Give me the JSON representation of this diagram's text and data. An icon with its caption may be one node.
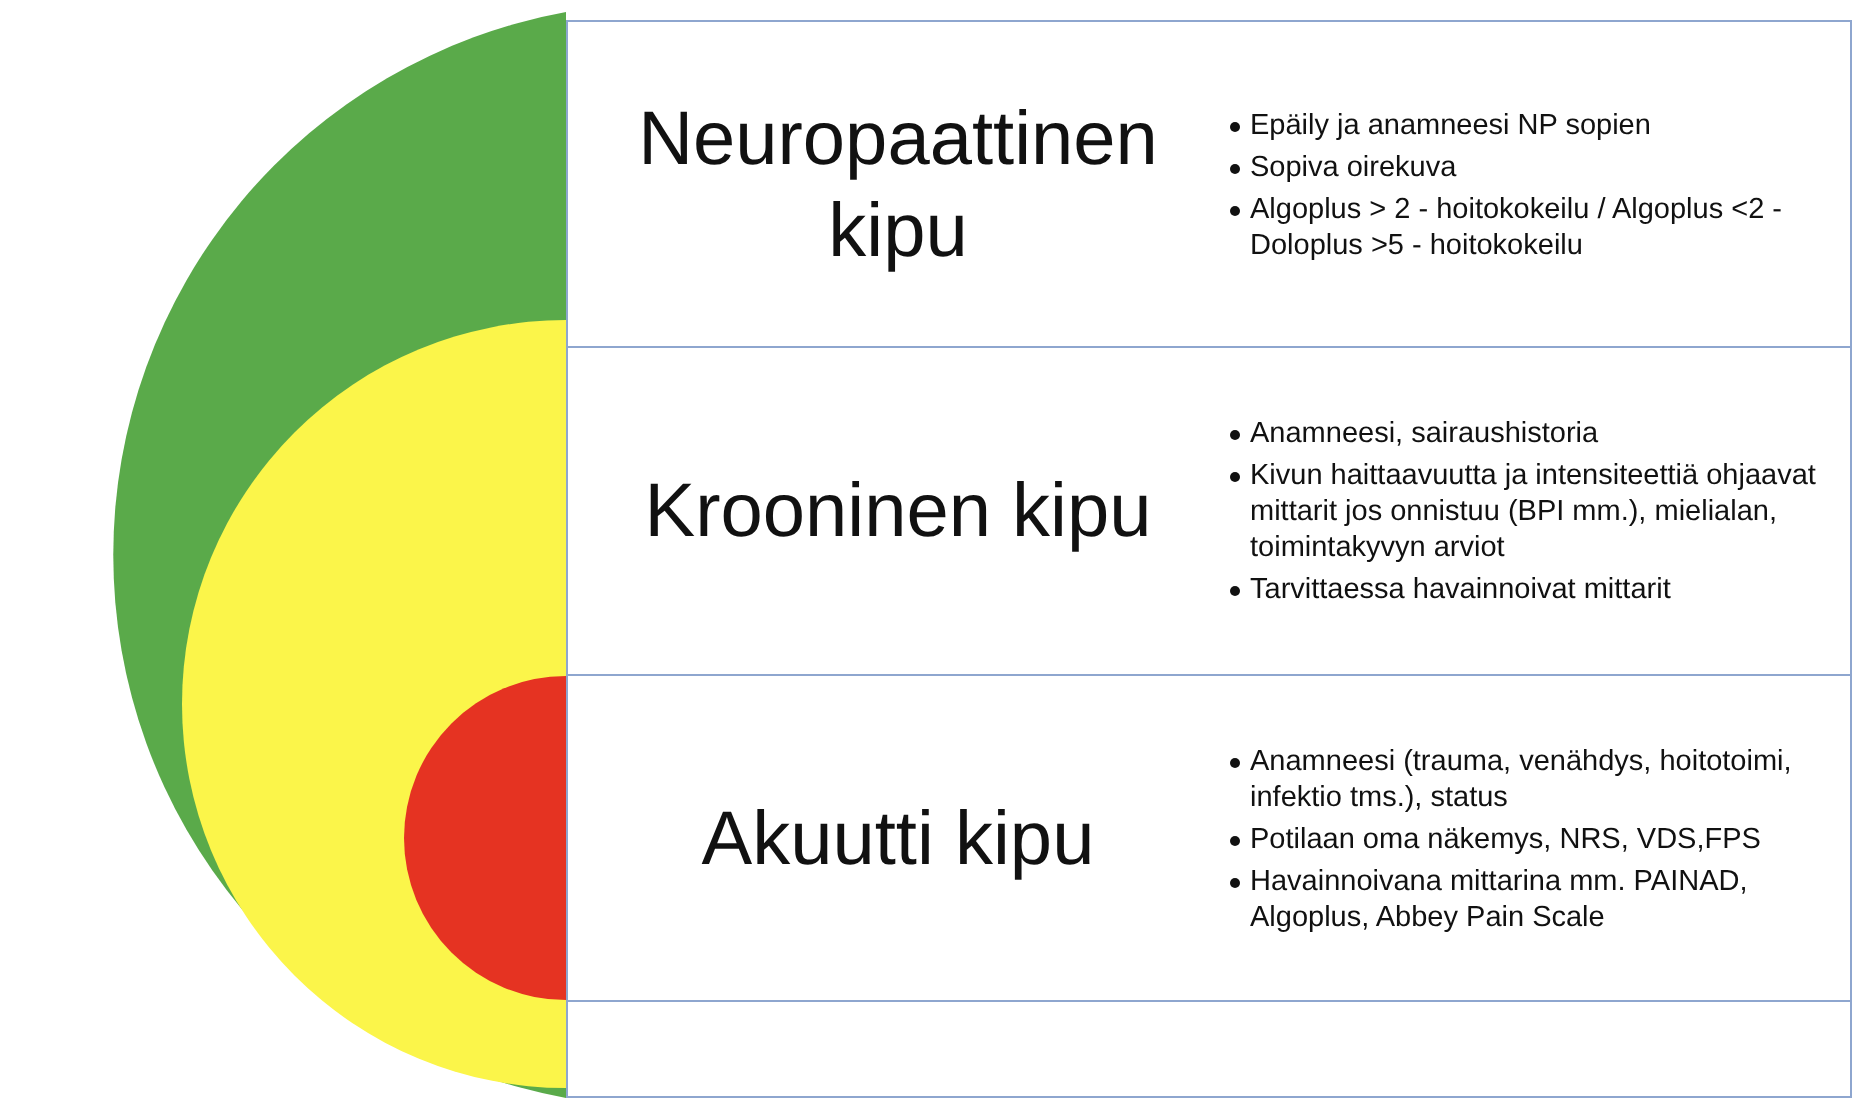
{
  "diagram": {
    "nodes": [
      {
        "text": [
          "Neuropaattinen kipu",
          "Epäily ja anamneesi NP sopien",
          "Sopiva oirekuva",
          "Algoplus > 2 - hoitokokeilu / Algoplus <2 - Doloplus >5 - hoitokokeilu"
        ]
      },
      {
        "text": [
          "Krooninen kipu",
          "Anamneesi, sairaushistoria",
          "Kivun haittaavuutta ja intensiteettiä ohjaavat mittarit jos onnistuu (BPI mm.), mielialan, toimintakyvyn arviot",
          "Tarvittaessa havainnoivat mittarit"
        ]
      },
      {
        "text": [
          "Akuutti kipu",
          "Anamneesi (trauma, venähdys, hoitotoimi, infektio tms.), status",
          "Potilaan oma näkemys, NRS, VDS,FPS",
          "Havainnoivana mittarina mm. PAINAD, Algoplus, Abbey Pain Scale"
        ]
      },
      {
        "text": [],
        "shape": "box"
      }
    ]
  }
}
